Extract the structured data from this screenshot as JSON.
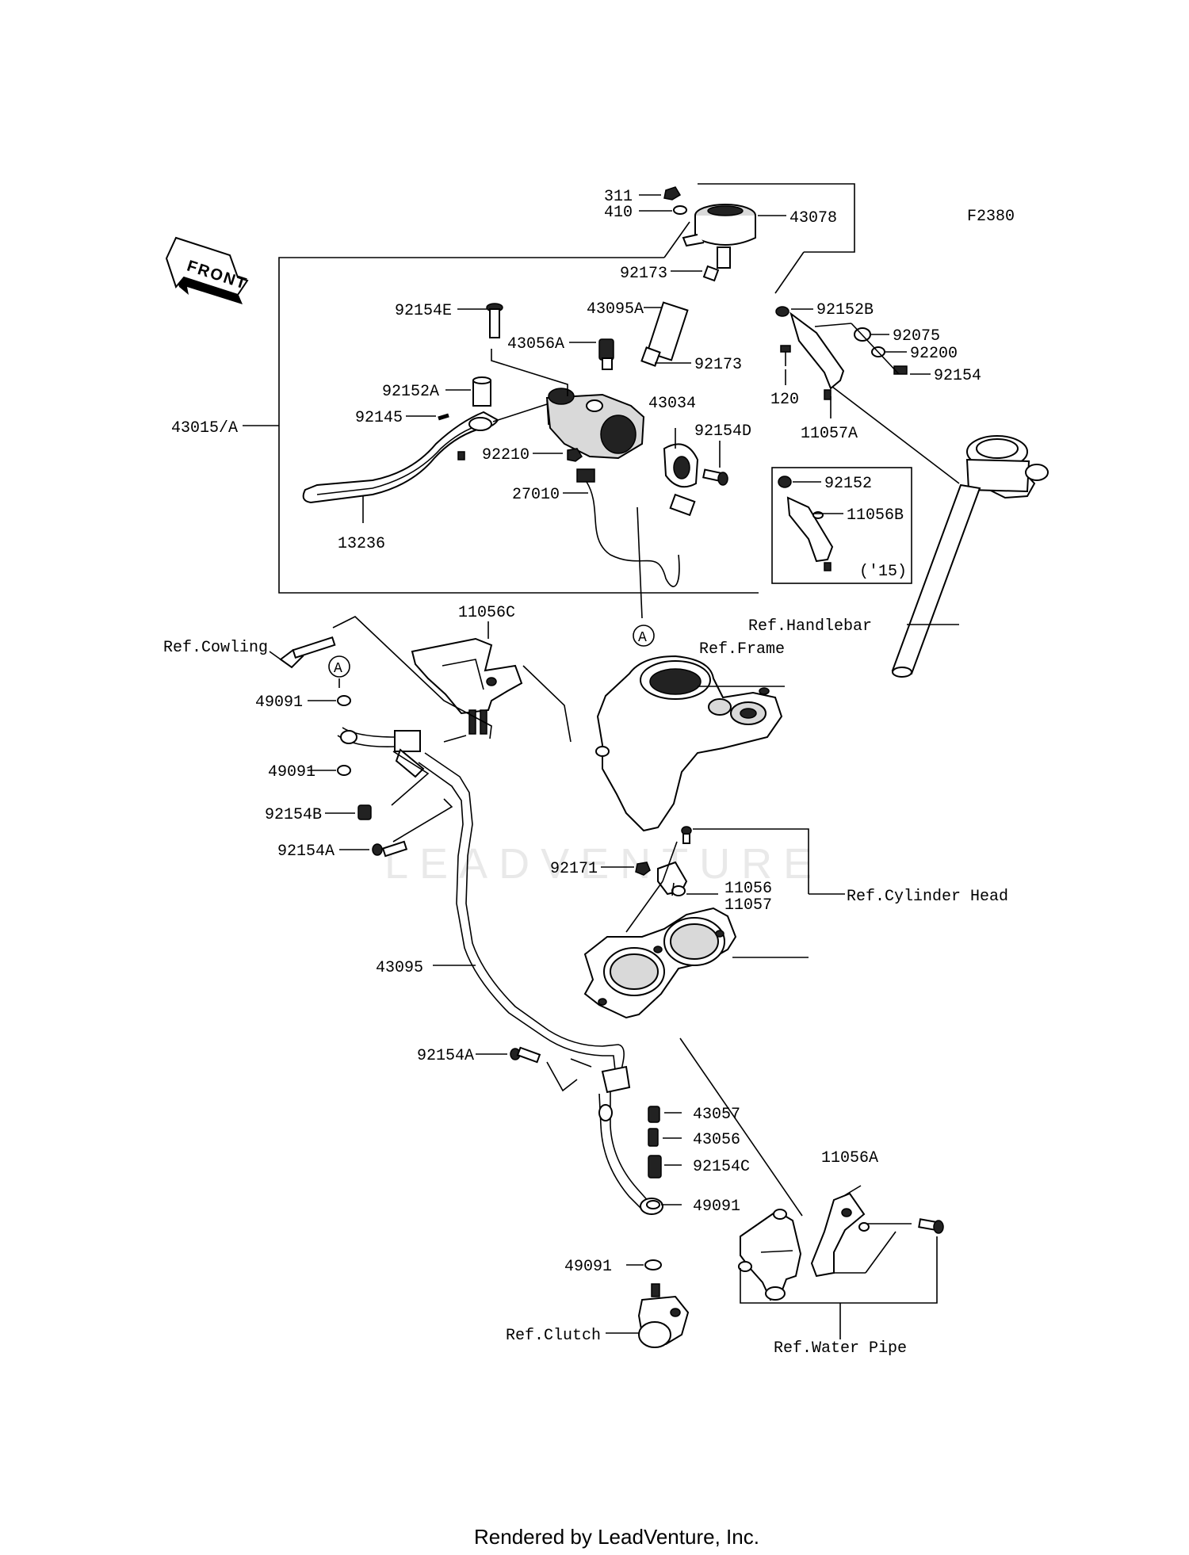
{
  "figure_code": "F2380",
  "front_label": "FRONT",
  "circle_marker": "A",
  "watermark": "LEADVENTURE",
  "footer": "Rendered by LeadVenture, Inc.",
  "labels": {
    "p311": "311",
    "p410": "410",
    "p43078": "43078",
    "p92173_top": "92173",
    "p92152B": "92152B",
    "p43095A": "43095A",
    "p92075": "92075",
    "p92154E": "92154E",
    "p43056A": "43056A",
    "p92173_mid": "92173",
    "p92200": "92200",
    "p92154": "92154",
    "p120": "120",
    "p92152A": "92152A",
    "p43034": "43034",
    "p92145": "92145",
    "p11057A": "11057A",
    "p43015A": "43015/A",
    "p92154D": "92154D",
    "p92210": "92210",
    "p92152": "92152",
    "p27010": "27010",
    "p11056B": "11056B",
    "p15": "('15)",
    "p13236": "13236",
    "ref_handlebar": "Ref.Handlebar",
    "p11056C": "11056C",
    "ref_cowling": "Ref.Cowling",
    "ref_frame": "Ref.Frame",
    "p49091_a": "49091",
    "p49091_b": "49091",
    "p92154B": "92154B",
    "p92154A_top": "92154A",
    "p92171": "92171",
    "p11056": "11056",
    "p11057": "11057",
    "ref_cylinder_head": "Ref.Cylinder Head",
    "p43095": "43095",
    "p92154A_bot": "92154A",
    "p43057": "43057",
    "p43056": "43056",
    "p92154C": "92154C",
    "p11056A": "11056A",
    "p49091_c": "49091",
    "p49091_d": "49091",
    "ref_clutch": "Ref.Clutch",
    "ref_water_pipe": "Ref.Water Pipe"
  }
}
